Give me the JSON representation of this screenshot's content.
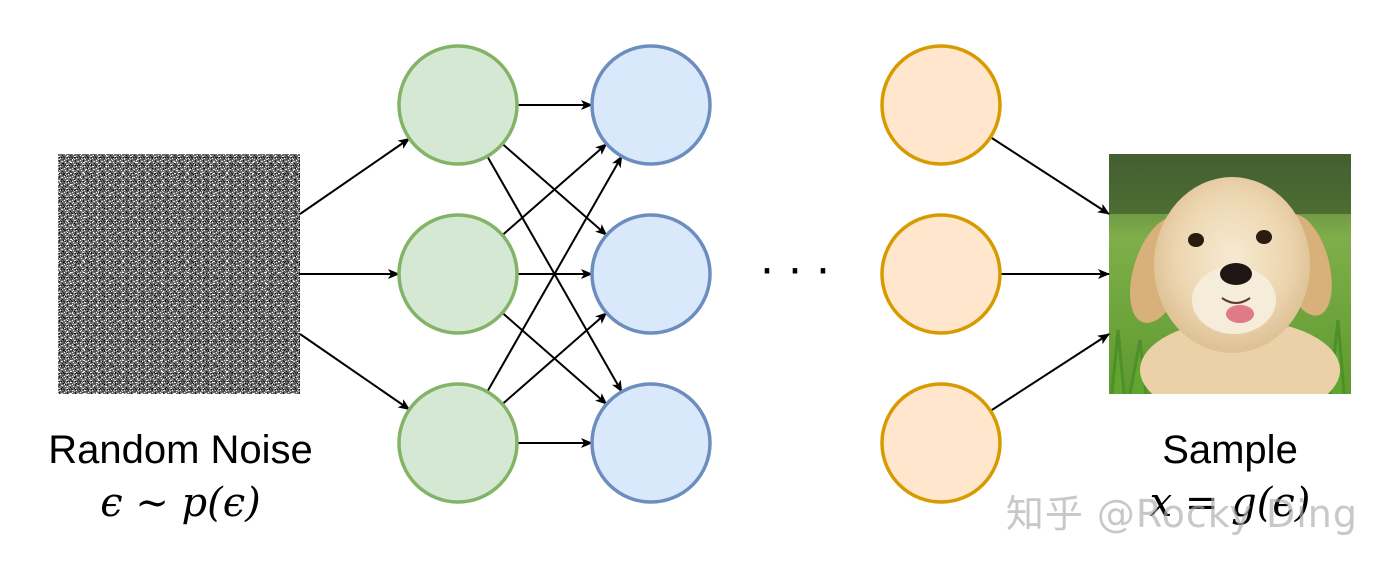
{
  "labels": {
    "noise_title": "Random Noise",
    "noise_formula": "ϵ ∼ p(ϵ)",
    "sample_title": "Sample",
    "sample_formula": "x = g(ϵ)",
    "ellipsis": "· · ·",
    "watermark": "知乎 @Rocky Ding"
  },
  "colors": {
    "green_fill": "#d5e8d4",
    "green_stroke": "#82b366",
    "blue_fill": "#dae8fc",
    "blue_stroke": "#6c8ebf",
    "orange_fill": "#ffe6cc",
    "orange_stroke": "#d79b00",
    "arrow": "#000000"
  },
  "layers": [
    {
      "name": "layer-1",
      "nodes": 3,
      "color": "green"
    },
    {
      "name": "layer-2",
      "nodes": 3,
      "color": "blue"
    },
    {
      "name": "layer-last",
      "nodes": 3,
      "color": "orange"
    }
  ],
  "images": [
    {
      "name": "noise-image",
      "depicts": "random noise"
    },
    {
      "name": "dog-photo",
      "depicts": "golden retriever puppy on grass"
    }
  ]
}
